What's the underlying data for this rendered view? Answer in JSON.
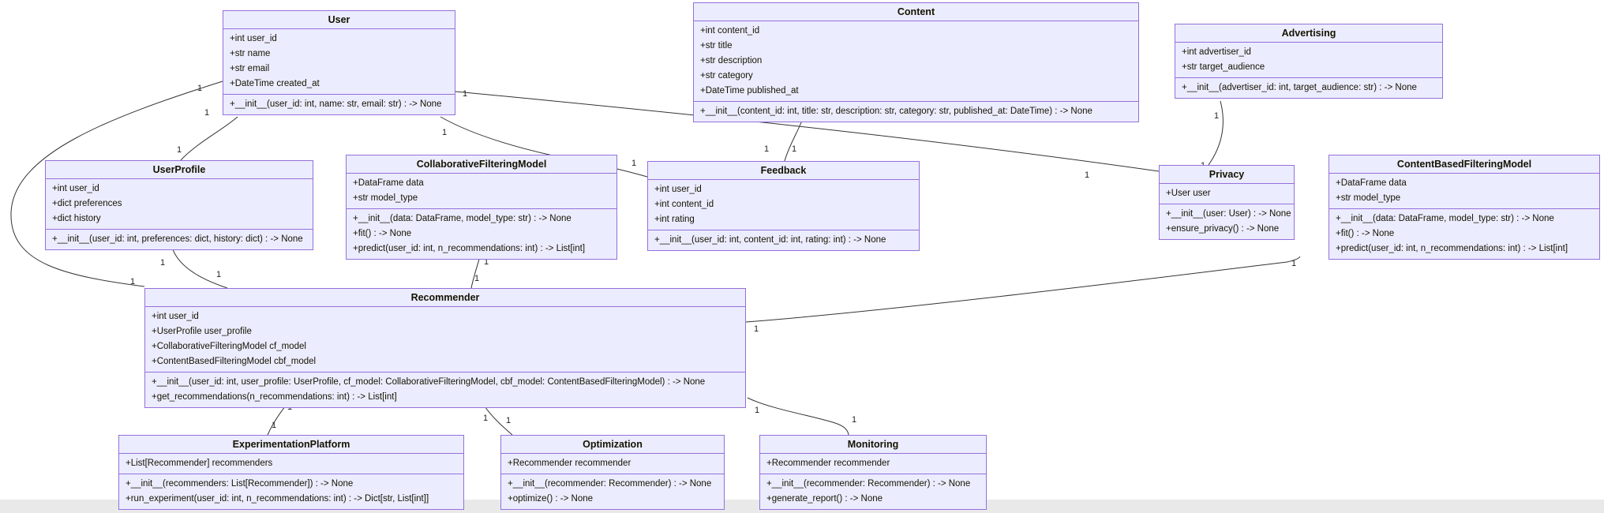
{
  "diagram_type": "uml-class-diagram",
  "colors": {
    "class_fill": "#ECECFF",
    "class_border": "#9370DB",
    "edge_line": "#333333",
    "text": "#131300",
    "background": "#ffffff",
    "bottom_strip": "#e9e9e9"
  },
  "classes": {
    "user": {
      "name": "User",
      "attributes": [
        "+int user_id",
        "+str name",
        "+str email",
        "+DateTime created_at"
      ],
      "methods": [
        "+__init__(user_id: int, name: str, email: str) : -> None"
      ]
    },
    "content": {
      "name": "Content",
      "attributes": [
        "+int content_id",
        "+str title",
        "+str description",
        "+str category",
        "+DateTime published_at"
      ],
      "methods": [
        "+__init__(content_id: int, title: str, description: str, category: str, published_at: DateTime) : -> None"
      ]
    },
    "advertising": {
      "name": "Advertising",
      "attributes": [
        "+int advertiser_id",
        "+str target_audience"
      ],
      "methods": [
        "+__init__(advertiser_id: int, target_audience: str) : -> None"
      ]
    },
    "user_profile": {
      "name": "UserProfile",
      "attributes": [
        "+int user_id",
        "+dict preferences",
        "+dict history"
      ],
      "methods": [
        "+__init__(user_id: int, preferences: dict, history: dict) : -> None"
      ]
    },
    "collaborative_filtering_model": {
      "name": "CollaborativeFilteringModel",
      "attributes": [
        "+DataFrame data",
        "+str model_type"
      ],
      "methods": [
        "+__init__(data: DataFrame, model_type: str) : -> None",
        "+fit() : -> None",
        "+predict(user_id: int, n_recommendations: int) : -> List[int]"
      ]
    },
    "feedback": {
      "name": "Feedback",
      "attributes": [
        "+int user_id",
        "+int content_id",
        "+int rating"
      ],
      "methods": [
        "+__init__(user_id: int, content_id: int, rating: int) : -> None"
      ]
    },
    "privacy": {
      "name": "Privacy",
      "attributes": [
        "+User user"
      ],
      "methods": [
        "+__init__(user: User) : -> None",
        "+ensure_privacy() : -> None"
      ]
    },
    "content_based_filtering_model": {
      "name": "ContentBasedFilteringModel",
      "attributes": [
        "+DataFrame data",
        "+str model_type"
      ],
      "methods": [
        "+__init__(data: DataFrame, model_type: str) : -> None",
        "+fit() : -> None",
        "+predict(user_id: int, n_recommendations: int) : -> List[int]"
      ]
    },
    "recommender": {
      "name": "Recommender",
      "attributes": [
        "+int user_id",
        "+UserProfile user_profile",
        "+CollaborativeFilteringModel cf_model",
        "+ContentBasedFilteringModel cbf_model"
      ],
      "methods": [
        "+__init__(user_id: int, user_profile: UserProfile, cf_model: CollaborativeFilteringModel, cbf_model: ContentBasedFilteringModel) : -> None",
        "+get_recommendations(n_recommendations: int) : -> List[int]"
      ]
    },
    "experimentation_platform": {
      "name": "ExperimentationPlatform",
      "attributes": [
        "+List[Recommender] recommenders"
      ],
      "methods": [
        "+__init__(recommenders: List[Recommender]) : -> None",
        "+run_experiment(user_id: int, n_recommendations: int) : -> Dict[str, List[int]]"
      ]
    },
    "optimization": {
      "name": "Optimization",
      "attributes": [
        "+Recommender recommender"
      ],
      "methods": [
        "+__init__(recommender: Recommender) : -> None",
        "+optimize() : -> None"
      ]
    },
    "monitoring": {
      "name": "Monitoring",
      "attributes": [
        "+Recommender recommender"
      ],
      "methods": [
        "+__init__(recommender: Recommender) : -> None",
        "+generate_report() : -> None"
      ]
    }
  },
  "relationships": [
    {
      "from": "User",
      "to": "UserProfile",
      "from_multiplicity": "1",
      "to_multiplicity": "1"
    },
    {
      "from": "User",
      "to": "Recommender",
      "from_multiplicity": "1",
      "to_multiplicity": "1"
    },
    {
      "from": "User",
      "to": "Feedback",
      "from_multiplicity": "1",
      "to_multiplicity": "1"
    },
    {
      "from": "User",
      "to": "Privacy",
      "from_multiplicity": "1",
      "to_multiplicity": "1"
    },
    {
      "from": "Content",
      "to": "Feedback",
      "from_multiplicity": "1",
      "to_multiplicity": "1"
    },
    {
      "from": "Advertising",
      "to": "Privacy",
      "from_multiplicity": "1",
      "to_multiplicity": "1"
    },
    {
      "from": "UserProfile",
      "to": "Recommender",
      "from_multiplicity": "1",
      "to_multiplicity": "1"
    },
    {
      "from": "CollaborativeFilteringModel",
      "to": "Recommender",
      "from_multiplicity": "1",
      "to_multiplicity": "1"
    },
    {
      "from": "ContentBasedFilteringModel",
      "to": "Recommender",
      "from_multiplicity": "1",
      "to_multiplicity": "1"
    },
    {
      "from": "Recommender",
      "to": "ExperimentationPlatform",
      "from_multiplicity": "1",
      "to_multiplicity": "1"
    },
    {
      "from": "Recommender",
      "to": "Optimization",
      "from_multiplicity": "1",
      "to_multiplicity": "1"
    },
    {
      "from": "Recommender",
      "to": "Monitoring",
      "from_multiplicity": "1",
      "to_multiplicity": "1"
    }
  ]
}
